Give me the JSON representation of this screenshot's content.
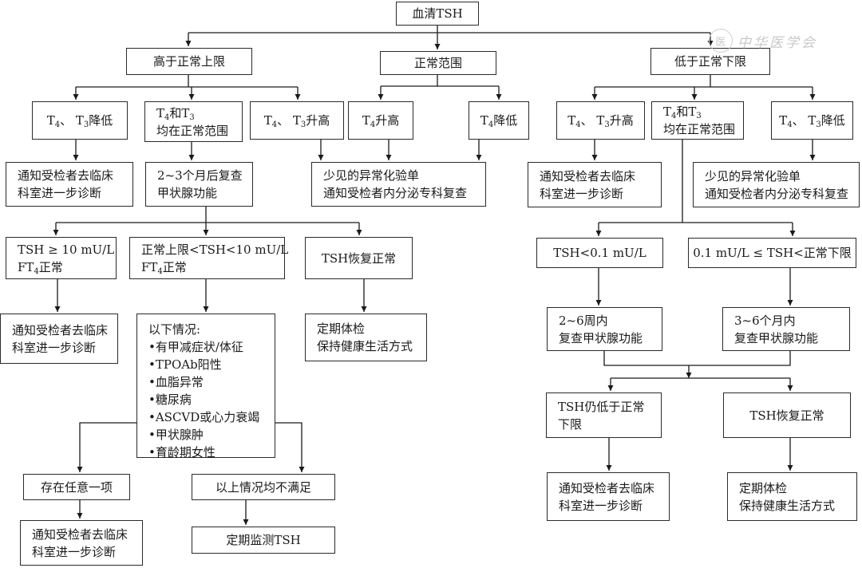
{
  "nodes": {
    "root": [
      "血清TSH"
    ],
    "high": [
      "高于正常上限"
    ],
    "normal": [
      "正常范围"
    ],
    "low": [
      "低于正常下限"
    ],
    "h_t4t3_low": [
      [
        {
          "t": "T"
        },
        {
          "s": "4"
        },
        {
          "t": "、 T"
        },
        {
          "s": "3"
        },
        {
          "t": "降低"
        }
      ]
    ],
    "h_t4t3_normal": [
      [
        {
          "t": "T"
        },
        {
          "s": "4"
        },
        {
          "t": "和T"
        },
        {
          "s": "3"
        }
      ],
      "均在正常范围"
    ],
    "h_t4t3_high": [
      [
        {
          "t": "T"
        },
        {
          "s": "4"
        },
        {
          "t": "、 T"
        },
        {
          "s": "3"
        },
        {
          "t": "升高"
        }
      ]
    ],
    "n_t4_high": [
      [
        {
          "t": "T"
        },
        {
          "s": "4"
        },
        {
          "t": "升高"
        }
      ]
    ],
    "n_t4_low": [
      [
        {
          "t": "T"
        },
        {
          "s": "4"
        },
        {
          "t": "降低"
        }
      ]
    ],
    "l_t4t3_high": [
      [
        {
          "t": "T"
        },
        {
          "s": "4"
        },
        {
          "t": "、 T"
        },
        {
          "s": "3"
        },
        {
          "t": "升高"
        }
      ]
    ],
    "l_t4t3_normal": [
      [
        {
          "t": "T"
        },
        {
          "s": "4"
        },
        {
          "t": "和T"
        },
        {
          "s": "3"
        }
      ],
      "均在正常范围"
    ],
    "l_t4t3_low": [
      [
        {
          "t": "T"
        },
        {
          "s": "4"
        },
        {
          "t": "、 T"
        },
        {
          "s": "3"
        },
        {
          "t": "降低"
        }
      ]
    ],
    "refer_a": [
      "通知受检者去临床",
      "科室进一步诊断"
    ],
    "recheck_2_3m": [
      "2~3个月后复查",
      "甲状腺功能"
    ],
    "rare_abnormal_center": [
      "少见的异常化验单",
      "通知受检者内分泌专科复查"
    ],
    "refer_b": [
      "通知受检者去临床",
      "科室进一步诊断"
    ],
    "rare_abnormal_right": [
      "少见的异常化验单",
      "通知受检者内分泌专科复查"
    ],
    "tsh_ge10": [
      [
        {
          "t": "TSH ≥ 10 mU/L"
        }
      ],
      [
        {
          "t": "FT"
        },
        {
          "s": "4"
        },
        {
          "t": "正常"
        }
      ]
    ],
    "tsh_mid": [
      [
        {
          "t": "正常上限<TSH<10 mU/L"
        }
      ],
      [
        {
          "t": "FT"
        },
        {
          "s": "4"
        },
        {
          "t": "正常"
        }
      ]
    ],
    "tsh_recovered_left": [
      "TSH恢复正常"
    ],
    "refer_c": [
      "通知受检者去临床",
      "科室进一步诊断"
    ],
    "conditions": [
      "以下情况:",
      "•有甲减症状/体征",
      "•TPOAb阳性",
      "•血脂异常",
      "•糖尿病",
      "•ASCVD或心力衰竭",
      "•甲状腺肿",
      "•育龄期女性"
    ],
    "checkup_left": [
      "定期体检",
      "保持健康生活方式"
    ],
    "any_present": [
      "存在任意一项"
    ],
    "none_met": [
      "以上情况均不满足"
    ],
    "refer_d": [
      "通知受检者去临床",
      "科室进一步诊断"
    ],
    "monitor_tsh": [
      "定期监测TSH"
    ],
    "tsh_lt01": [
      "TSH<0.1 mU/L"
    ],
    "tsh_01_range": [
      "0.1 mU/L ≤ TSH<正常下限"
    ],
    "recheck_2_6w": [
      "2~6周内",
      "复查甲状腺功能"
    ],
    "recheck_3_6m": [
      "3~6个月内",
      "复查甲状腺功能"
    ],
    "tsh_still_low": [
      "TSH仍低于正常",
      "下限"
    ],
    "tsh_recovered_right": [
      "TSH恢复正常"
    ],
    "refer_e": [
      "通知受检者去临床",
      "科室进一步诊断"
    ],
    "checkup_right": [
      "定期体检",
      "保持健康生活方式"
    ]
  },
  "watermark": {
    "logo": "医",
    "text": "中华医学会"
  }
}
